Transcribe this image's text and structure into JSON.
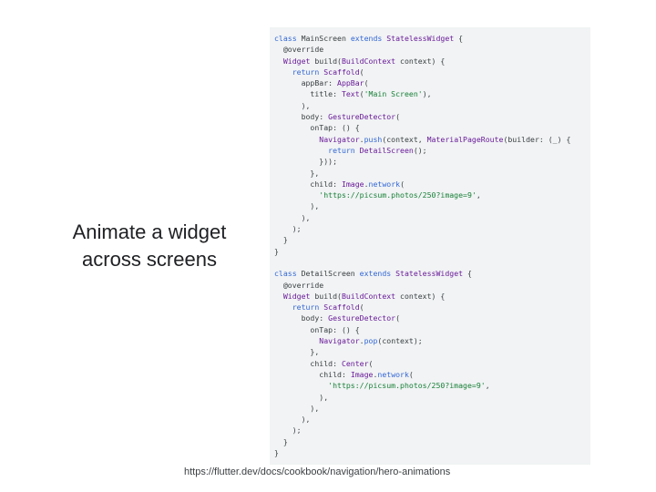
{
  "slide": {
    "title_line1": "Animate a widget",
    "title_line2": "across screens",
    "source_url": "https://flutter.dev/docs/cookbook/navigation/hero-animations"
  },
  "colors": {
    "keyword": "#3367d6",
    "class_name": "#6a1b9a",
    "string": "#188038",
    "method": "#3367d6",
    "plain": "#3c4043",
    "panel_bg": "#f1f3f4"
  },
  "code": [
    [
      [
        "kw",
        "class "
      ],
      [
        "plain",
        "MainScreen "
      ],
      [
        "kw",
        "extends "
      ],
      [
        "cls",
        "StatelessWidget"
      ],
      [
        "plain",
        " {"
      ]
    ],
    [
      [
        "plain",
        "  @override"
      ]
    ],
    [
      [
        "plain",
        "  "
      ],
      [
        "cls",
        "Widget "
      ],
      [
        "plain",
        "build("
      ],
      [
        "cls",
        "BuildContext"
      ],
      [
        "plain",
        " context) {"
      ]
    ],
    [
      [
        "plain",
        "    "
      ],
      [
        "kw",
        "return "
      ],
      [
        "cls",
        "Scaffold"
      ],
      [
        "plain",
        "("
      ]
    ],
    [
      [
        "plain",
        "      appBar: "
      ],
      [
        "cls",
        "AppBar"
      ],
      [
        "plain",
        "("
      ]
    ],
    [
      [
        "plain",
        "        title: "
      ],
      [
        "cls",
        "Text"
      ],
      [
        "plain",
        "("
      ],
      [
        "str",
        "'Main Screen'"
      ],
      [
        "plain",
        "),"
      ]
    ],
    [
      [
        "plain",
        "      ),"
      ]
    ],
    [
      [
        "plain",
        "      body: "
      ],
      [
        "cls",
        "GestureDetector"
      ],
      [
        "plain",
        "("
      ]
    ],
    [
      [
        "plain",
        "        onTap: () {"
      ]
    ],
    [
      [
        "plain",
        "          "
      ],
      [
        "cls",
        "Navigator"
      ],
      [
        "plain",
        "."
      ],
      [
        "meth",
        "push"
      ],
      [
        "plain",
        "(context, "
      ],
      [
        "cls",
        "MaterialPageRoute"
      ],
      [
        "plain",
        "(builder: (_) {"
      ]
    ],
    [
      [
        "plain",
        "            "
      ],
      [
        "kw",
        "return "
      ],
      [
        "cls",
        "DetailScreen"
      ],
      [
        "plain",
        "();"
      ]
    ],
    [
      [
        "plain",
        "          }));"
      ]
    ],
    [
      [
        "plain",
        "        },"
      ]
    ],
    [
      [
        "plain",
        "        child: "
      ],
      [
        "cls",
        "Image"
      ],
      [
        "plain",
        "."
      ],
      [
        "meth",
        "network"
      ],
      [
        "plain",
        "("
      ]
    ],
    [
      [
        "plain",
        "          "
      ],
      [
        "str",
        "'https://picsum.photos/250?image=9'"
      ],
      [
        "plain",
        ","
      ]
    ],
    [
      [
        "plain",
        "        ),"
      ]
    ],
    [
      [
        "plain",
        "      ),"
      ]
    ],
    [
      [
        "plain",
        "    );"
      ]
    ],
    [
      [
        "plain",
        "  }"
      ]
    ],
    [
      [
        "plain",
        "}"
      ]
    ],
    [
      [
        "plain",
        ""
      ]
    ],
    [
      [
        "kw",
        "class "
      ],
      [
        "plain",
        "DetailScreen "
      ],
      [
        "kw",
        "extends "
      ],
      [
        "cls",
        "StatelessWidget"
      ],
      [
        "plain",
        " {"
      ]
    ],
    [
      [
        "plain",
        "  @override"
      ]
    ],
    [
      [
        "plain",
        "  "
      ],
      [
        "cls",
        "Widget "
      ],
      [
        "plain",
        "build("
      ],
      [
        "cls",
        "BuildContext"
      ],
      [
        "plain",
        " context) {"
      ]
    ],
    [
      [
        "plain",
        "    "
      ],
      [
        "kw",
        "return "
      ],
      [
        "cls",
        "Scaffold"
      ],
      [
        "plain",
        "("
      ]
    ],
    [
      [
        "plain",
        "      body: "
      ],
      [
        "cls",
        "GestureDetector"
      ],
      [
        "plain",
        "("
      ]
    ],
    [
      [
        "plain",
        "        onTap: () {"
      ]
    ],
    [
      [
        "plain",
        "          "
      ],
      [
        "cls",
        "Navigator"
      ],
      [
        "plain",
        "."
      ],
      [
        "meth",
        "pop"
      ],
      [
        "plain",
        "(context);"
      ]
    ],
    [
      [
        "plain",
        "        },"
      ]
    ],
    [
      [
        "plain",
        "        child: "
      ],
      [
        "cls",
        "Center"
      ],
      [
        "plain",
        "("
      ]
    ],
    [
      [
        "plain",
        "          child: "
      ],
      [
        "cls",
        "Image"
      ],
      [
        "plain",
        "."
      ],
      [
        "meth",
        "network"
      ],
      [
        "plain",
        "("
      ]
    ],
    [
      [
        "plain",
        "            "
      ],
      [
        "str",
        "'https://picsum.photos/250?image=9'"
      ],
      [
        "plain",
        ","
      ]
    ],
    [
      [
        "plain",
        "          ),"
      ]
    ],
    [
      [
        "plain",
        "        ),"
      ]
    ],
    [
      [
        "plain",
        "      ),"
      ]
    ],
    [
      [
        "plain",
        "    );"
      ]
    ],
    [
      [
        "plain",
        "  }"
      ]
    ],
    [
      [
        "plain",
        "}"
      ]
    ]
  ]
}
